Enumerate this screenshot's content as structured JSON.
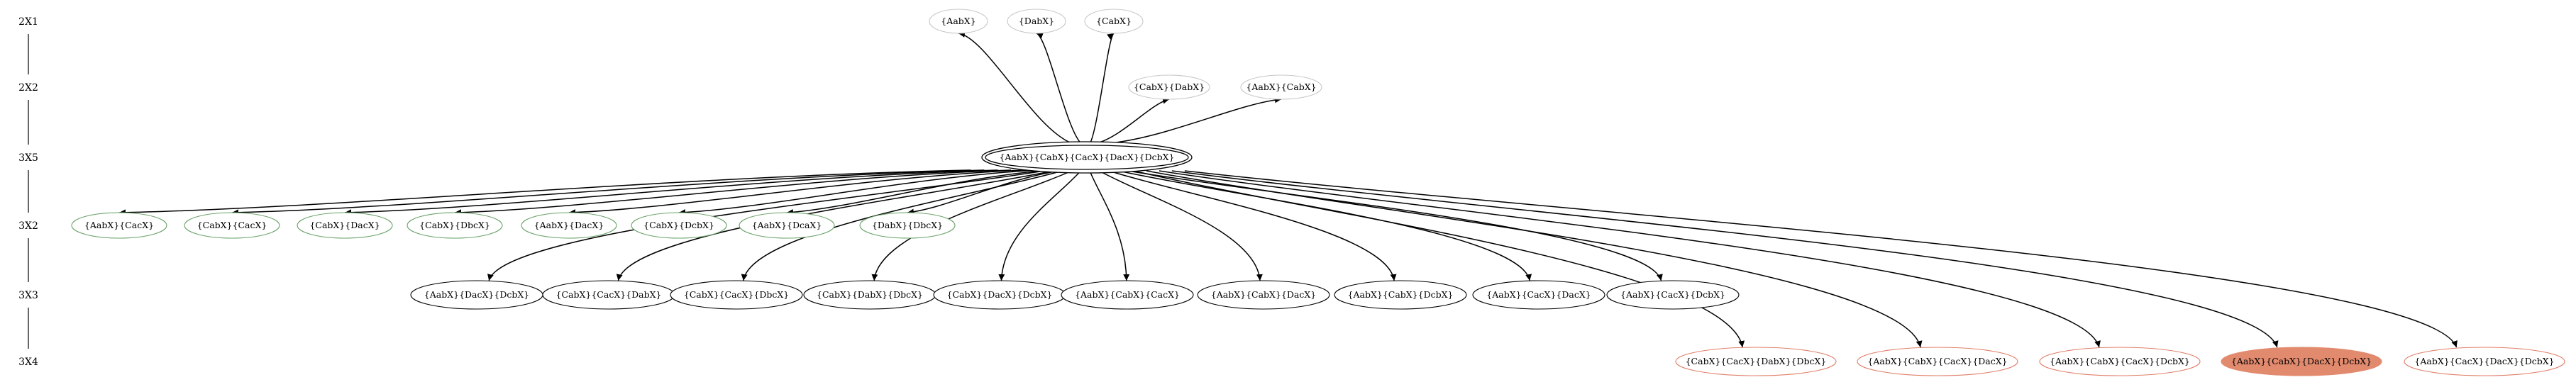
{
  "diagram": {
    "rows": [
      "2X1",
      "2X2",
      "3X5",
      "3X2",
      "3X3",
      "3X4"
    ],
    "root": "{AabX}{CabX}{CacX}{DacX}{DcbX}",
    "groups": [
      {
        "rank": "2X1",
        "edge": "root-to-node",
        "style": "light-gray",
        "nodes": [
          "{AabX}",
          "{DabX}",
          "{CabX}"
        ]
      },
      {
        "rank": "2X2",
        "edge": "root-to-node",
        "style": "light-gray",
        "nodes": [
          "{CabX}{DabX}",
          "{AabX}{CabX}"
        ]
      },
      {
        "rank": "3X2",
        "edge": "root-to-node",
        "style": "green",
        "nodes": [
          "{AabX}{CacX}",
          "{CabX}{CacX}",
          "{CabX}{DacX}",
          "{CabX}{DbcX}",
          "{AabX}{DacX}",
          "{CabX}{DcbX}",
          "{AabX}{DcaX}",
          "{DabX}{DbcX}"
        ]
      },
      {
        "rank": "3X3",
        "edge": "node-to-root",
        "style": "black",
        "nodes": [
          "{AabX}{DacX}{DcbX}",
          "{CabX}{CacX}{DabX}",
          "{CabX}{CacX}{DbcX}",
          "{CabX}{DabX}{DbcX}",
          "{CabX}{DacX}{DcbX}",
          "{AabX}{CabX}{CacX}",
          "{AabX}{CabX}{DacX}",
          "{AabX}{CabX}{DcbX}",
          "{AabX}{CacX}{DacX}",
          "{AabX}{CacX}{DcbX}"
        ]
      },
      {
        "rank": "3X4",
        "edge": "node-to-root",
        "style": "red",
        "nodes": [
          "{CabX}{CacX}{DabX}{DbcX}",
          "{AabX}{CabX}{CacX}{DacX}",
          "{AabX}{CabX}{CacX}{DcbX}",
          "{AabX}{CabX}{DacX}{DcbX}",
          "{AabX}{CacX}{DacX}{DcbX}"
        ],
        "highlighted": "{AabX}{CabX}{DacX}{DcbX}"
      }
    ],
    "colors": {
      "light_gray": "#c8c8c8",
      "green": "#6aa36a",
      "red": "#e0806a",
      "highlight_fill": "#e28a6e",
      "black": "#000000"
    }
  }
}
